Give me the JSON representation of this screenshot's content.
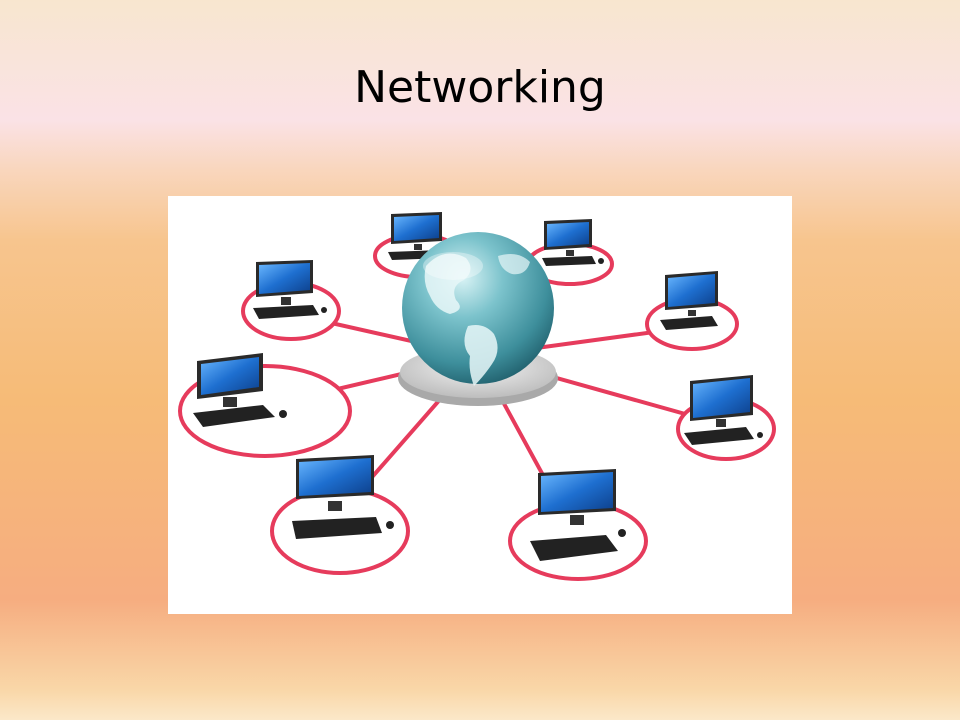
{
  "slide": {
    "title": "Networking"
  },
  "illustration": {
    "subject": "network-diagram",
    "hub_icon": "globe-icon",
    "node_icon": "computer-icon",
    "node_count": 8,
    "colors": {
      "connector": "#e63b5c",
      "globe": "#3e8f9c",
      "screen": "#1e6fd0",
      "device": "#2a2a2a"
    }
  }
}
